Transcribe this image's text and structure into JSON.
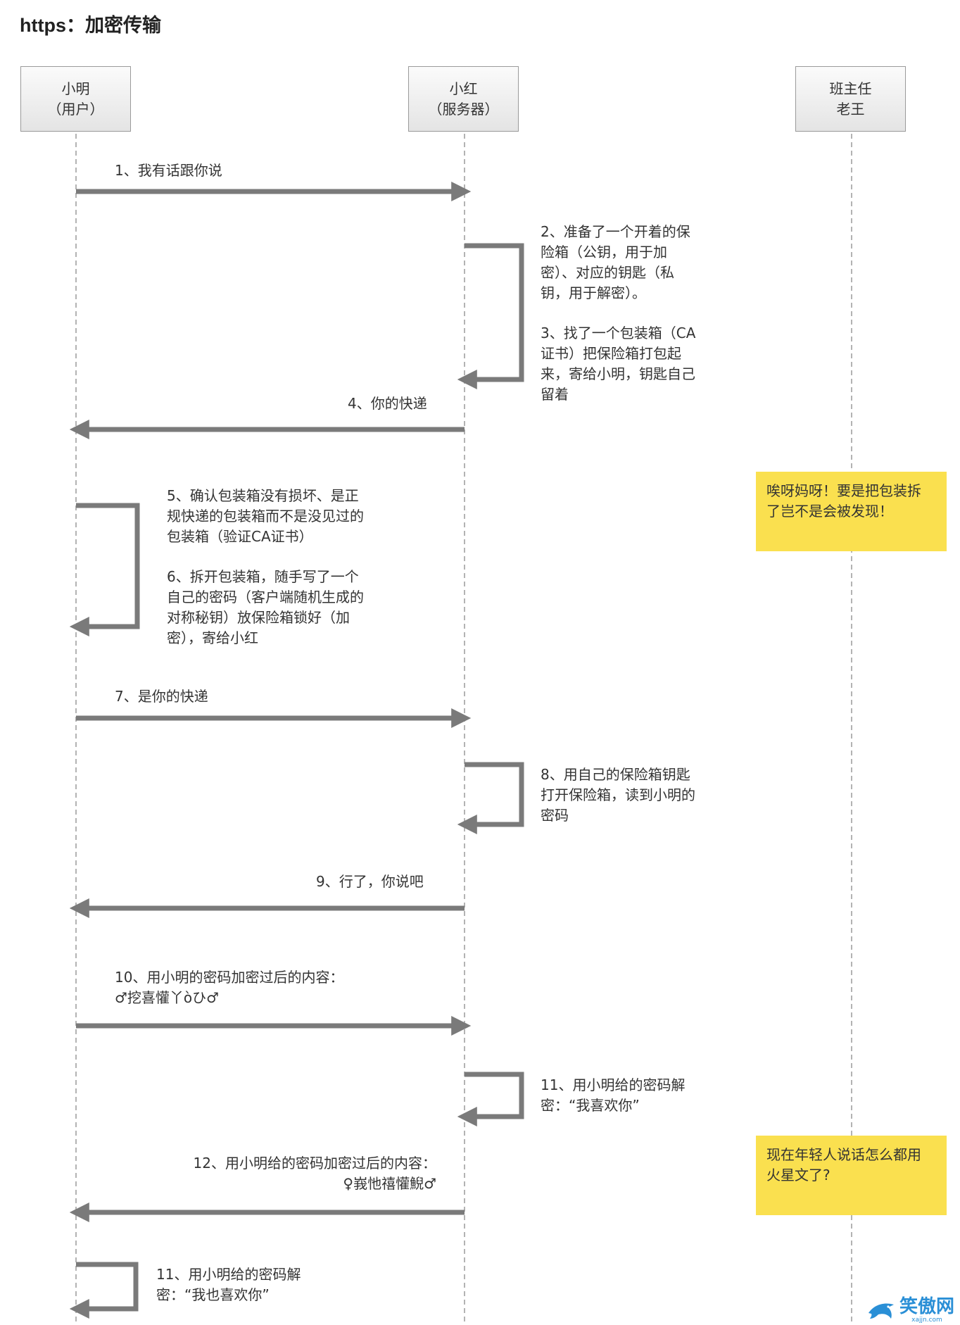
{
  "title": "https：加密传输",
  "actors": [
    {
      "line1": "小明",
      "line2": "（用户）"
    },
    {
      "line1": "小红",
      "line2": "（服务器）"
    },
    {
      "line1": "班主任",
      "line2": "老王"
    }
  ],
  "messages": {
    "m1": [
      "1、我有话跟你说"
    ],
    "m2": [
      "2、准备了一个开着的保",
      "险箱（公钥，用于加",
      "密）、对应的钥匙（私",
      "钥，用于解密）。"
    ],
    "m3": [
      "3、找了一个包装箱（CA",
      "证书）把保险箱打包起",
      "来，寄给小明，钥匙自己",
      "留着"
    ],
    "m4": [
      "4、你的快递"
    ],
    "m5": [
      "5、确认包装箱没有损坏、是正",
      "规快递的包装箱而不是没见过的",
      "包装箱（验证CA证书）"
    ],
    "m6": [
      "6、拆开包装箱，随手写了一个",
      "自己的密码（客户端随机生成的",
      "对称秘钥）放保险箱锁好（加",
      "密），寄给小红"
    ],
    "m7": [
      "7、是你的快递"
    ],
    "m8": [
      "8、用自己的保险箱钥匙",
      "打开保险箱，读到小明的",
      "密码"
    ],
    "m9": [
      "9、行了，你说吧"
    ],
    "m10": [
      "10、用小明的密码加密过后的内容：",
      "♂挖喜懽丫òひ♂"
    ],
    "m11a": [
      "11、用小明给的密码解",
      "密：“我喜欢你”"
    ],
    "m12": [
      "12、用小明给的密码加密过后的内容：",
      "♀峩忚禧懽鯢♂"
    ],
    "m11b": [
      "11、用小明给的密码解",
      "密：“我也喜欢你”"
    ]
  },
  "notes": [
    {
      "lines": [
        "唉呀妈呀！要是把包装拆",
        "了岂不是会被发现！"
      ]
    },
    {
      "lines": [
        "现在年轻人说话怎么都用",
        "火星文了?"
      ]
    }
  ],
  "watermark": {
    "text": "笑傲网",
    "sub": "xajjn.com"
  },
  "colors": {
    "arrow": "#7a7a7a",
    "lifeline": "#9a9a9a",
    "note": "#fae04f",
    "watermark": "#2a8fd6"
  }
}
